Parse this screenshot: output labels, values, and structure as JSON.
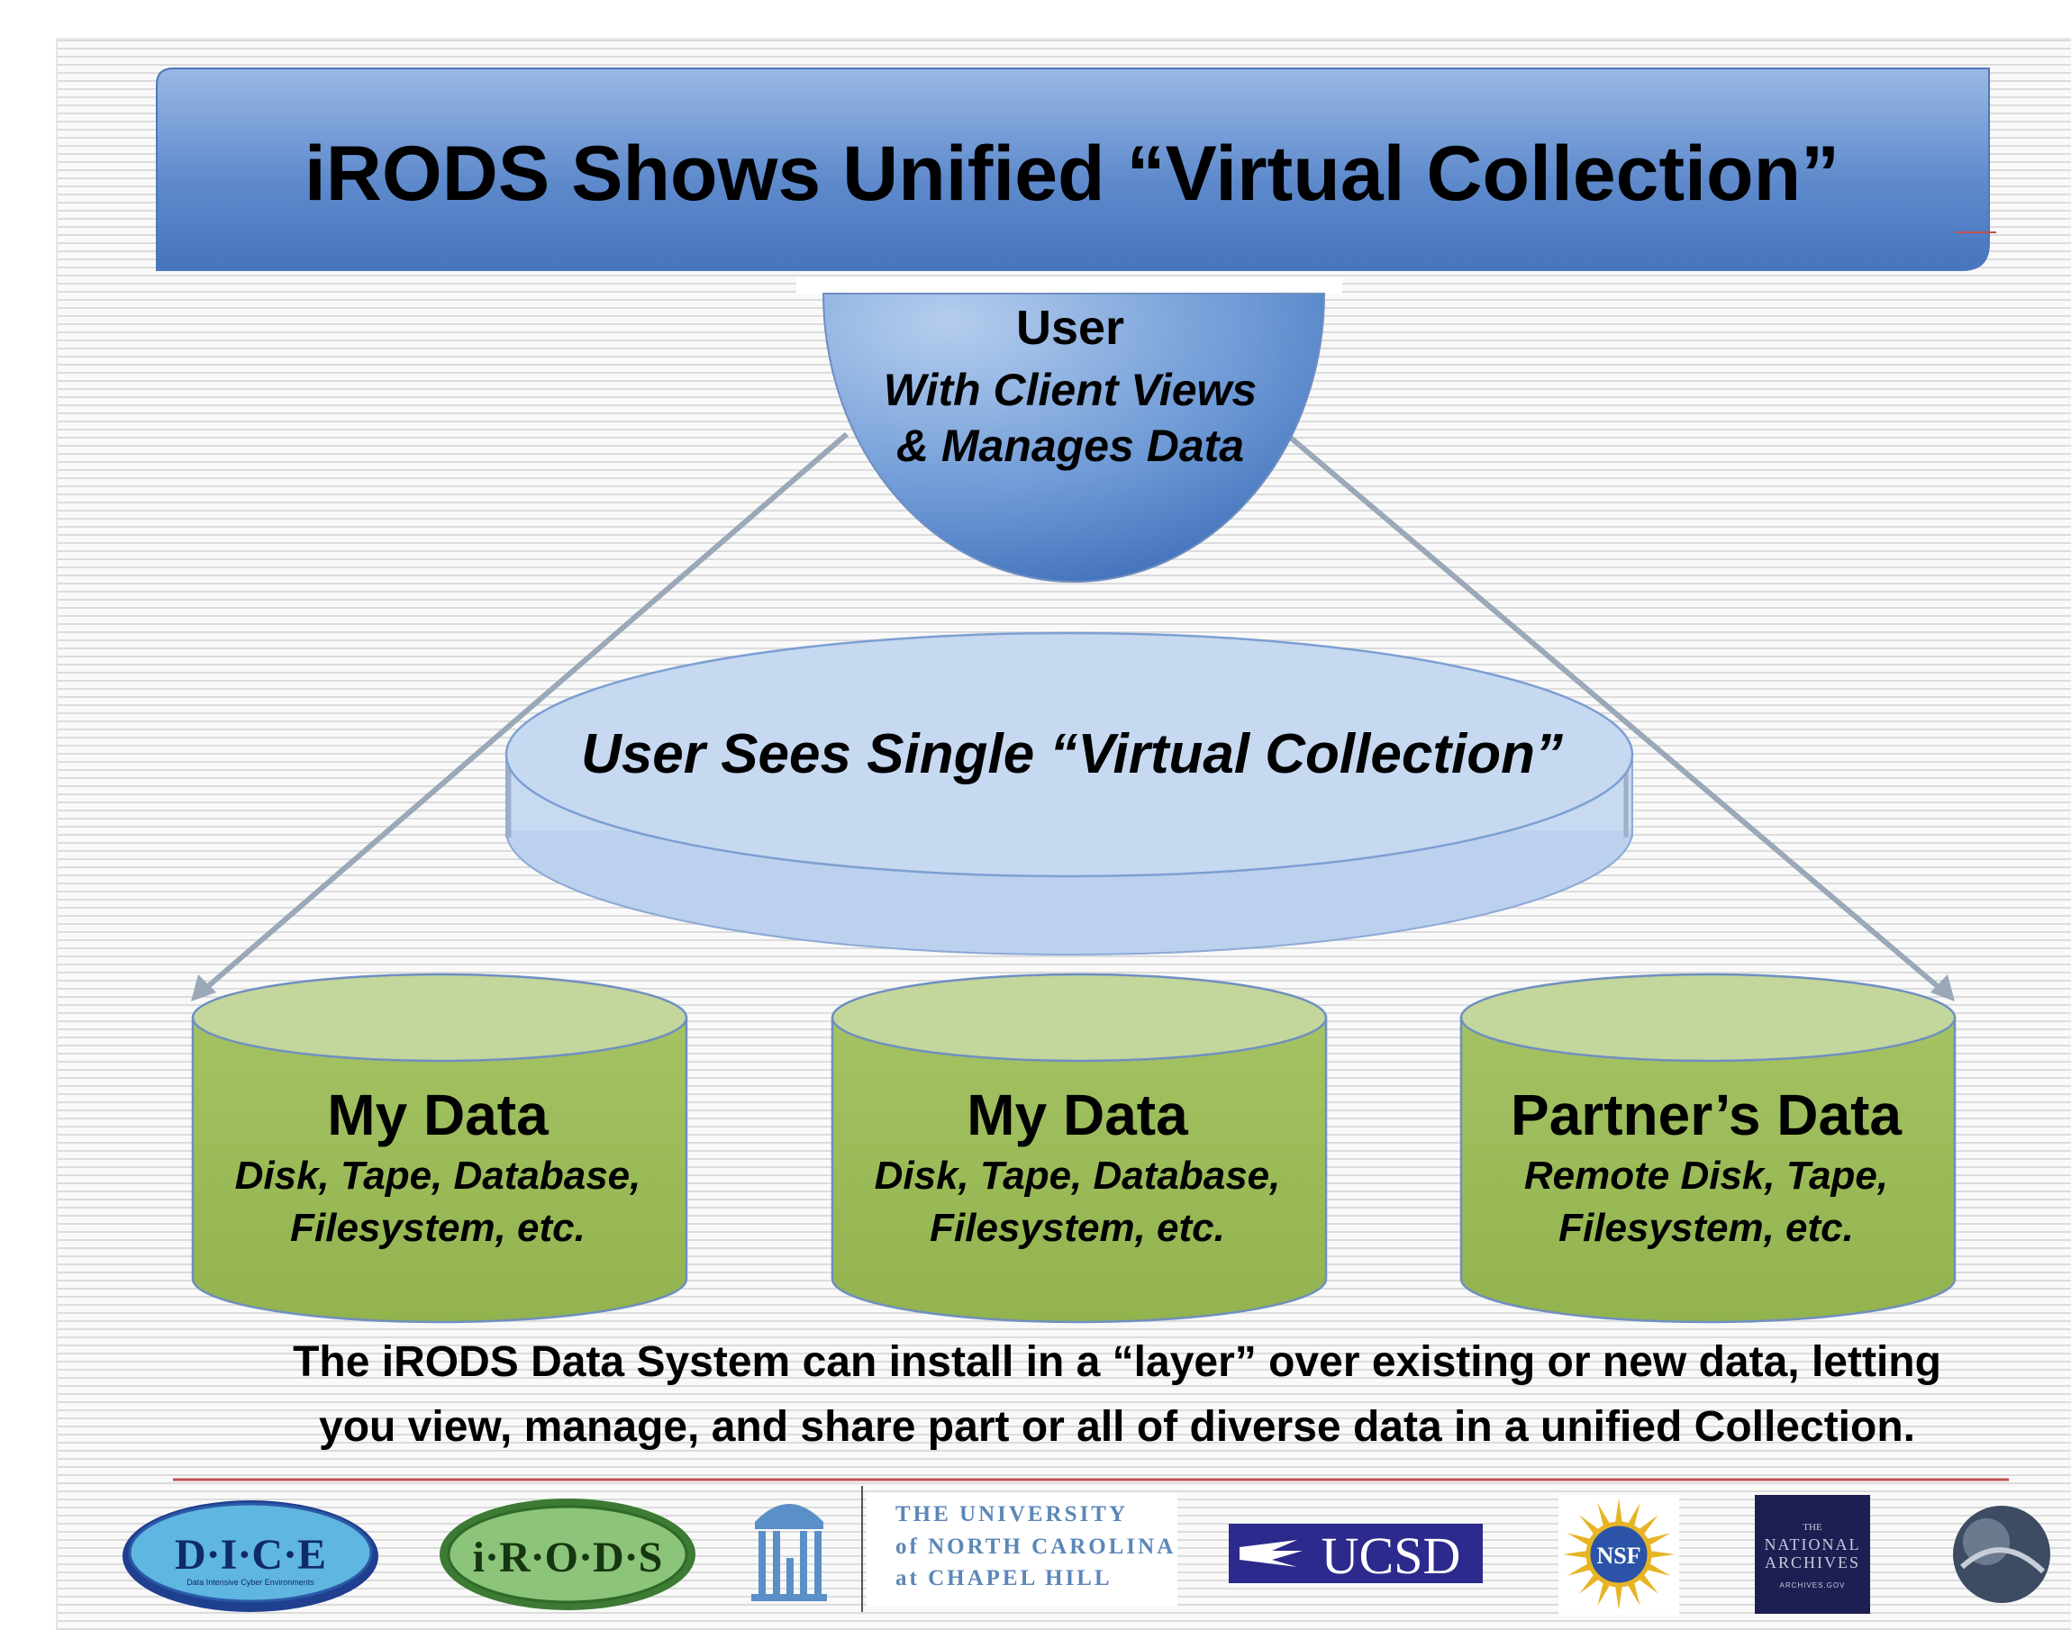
{
  "title": "iRODS Shows Unified “Virtual Collection”",
  "user_node": {
    "heading": "User",
    "line1": "With Client Views",
    "line2": "& Manages Data"
  },
  "virtual_collection": {
    "label": "User Sees Single “Virtual Collection”"
  },
  "data_stores": [
    {
      "title": "My Data",
      "line1": "Disk, Tape, Database,",
      "line2": "Filesystem, etc."
    },
    {
      "title": "My Data",
      "line1": "Disk, Tape, Database,",
      "line2": "Filesystem, etc."
    },
    {
      "title": "Partner’s Data",
      "line1": "Remote Disk, Tape,",
      "line2": "Filesystem, etc."
    }
  ],
  "description": {
    "line1": "The iRODS Data System can install in a “layer” over existing or new data, letting",
    "line2": "you view, manage, and share part or all of diverse data in a unified Collection."
  },
  "logos": {
    "dice": "D·I·C·E",
    "dice_sub": "Data Intensive Cyber Environments",
    "irods": "i·R·O·D·S",
    "unc_line1": "THE UNIVERSITY",
    "unc_line2": "of NORTH CAROLINA",
    "unc_line3": "at CHAPEL HILL",
    "ucsd": "UCSD",
    "nsf": "NSF",
    "nara_line1": "THE",
    "nara_line2": "NATIONAL",
    "nara_line3": "ARCHIVES",
    "nara_line4": "ARCHIVES.GOV"
  },
  "colors": {
    "title_bar": "#5b86c9",
    "user_node": "#6a95d2",
    "collection_disk": "#c6d9f1",
    "data_cylinder": "#9bbb59",
    "cylinder_top": "#c3d69b",
    "footer_rule": "#c0504d"
  }
}
